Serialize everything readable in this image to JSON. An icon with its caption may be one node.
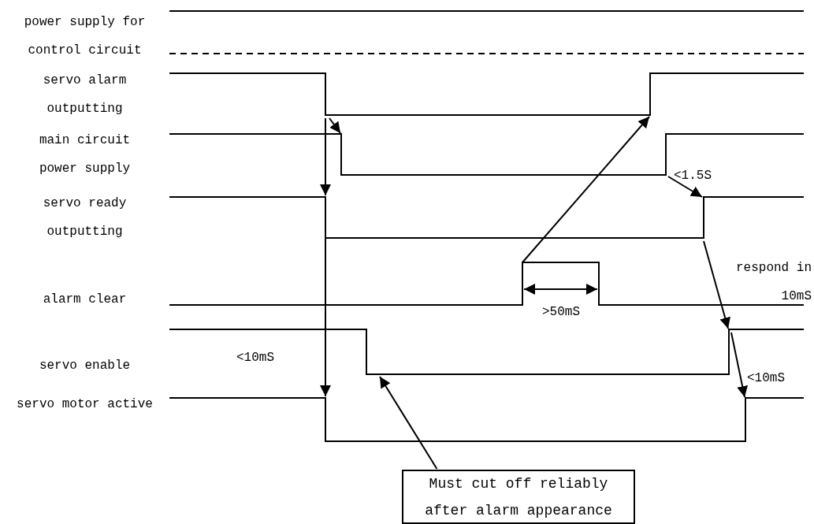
{
  "diagram": {
    "nodes": [
      {
        "text": [
          "Must cut off reliably after alarm appearance"
        ]
      },
      {
        "text": [],
        "shape": "line"
      }
    ],
    "edges": [
      {
        "from": 0,
        "to": 1,
        "arrow": "to"
      }
    ],
    "labels": [
      "power supply for control circuit",
      "servo alarm outputting",
      "main circuit power supply",
      "<1.5S",
      "servo ready outputting",
      "respond in 10mS",
      "alarm clear",
      ">50mS",
      "servo enable",
      "<10mS",
      "<10mS",
      "servo motor active"
    ]
  }
}
